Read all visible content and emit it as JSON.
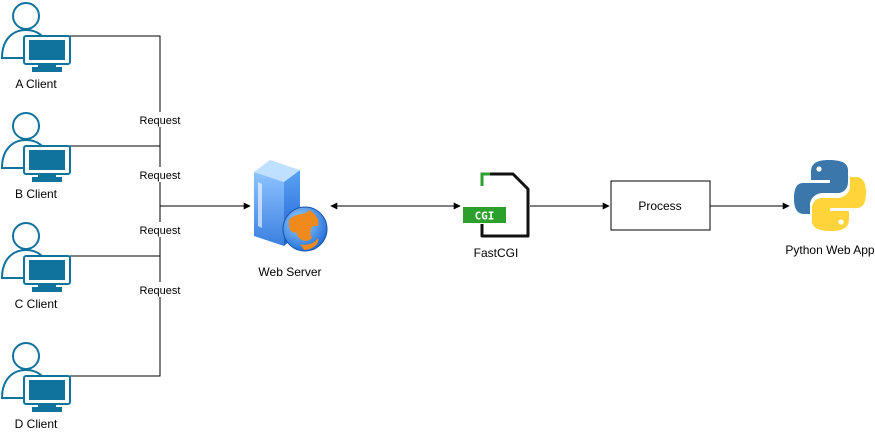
{
  "clients": [
    {
      "label": "A Client"
    },
    {
      "label": "B Client"
    },
    {
      "label": "C Client"
    },
    {
      "label": "D Client"
    }
  ],
  "request_labels": [
    "Request",
    "Request",
    "Request",
    "Request"
  ],
  "web_server": {
    "label": "Web Server"
  },
  "fastcgi": {
    "label": "FastCGI",
    "badge": "CGI"
  },
  "process": {
    "label": "Process"
  },
  "python_app": {
    "label": "Python Web App"
  },
  "colors": {
    "client_icon": "#10739E",
    "cgi_green": "#2CA02C",
    "python_blue": "#3B77AB",
    "python_yellow": "#FFD43B",
    "server_blue": "#2E6FD8",
    "globe_orange": "#F08A1C"
  }
}
